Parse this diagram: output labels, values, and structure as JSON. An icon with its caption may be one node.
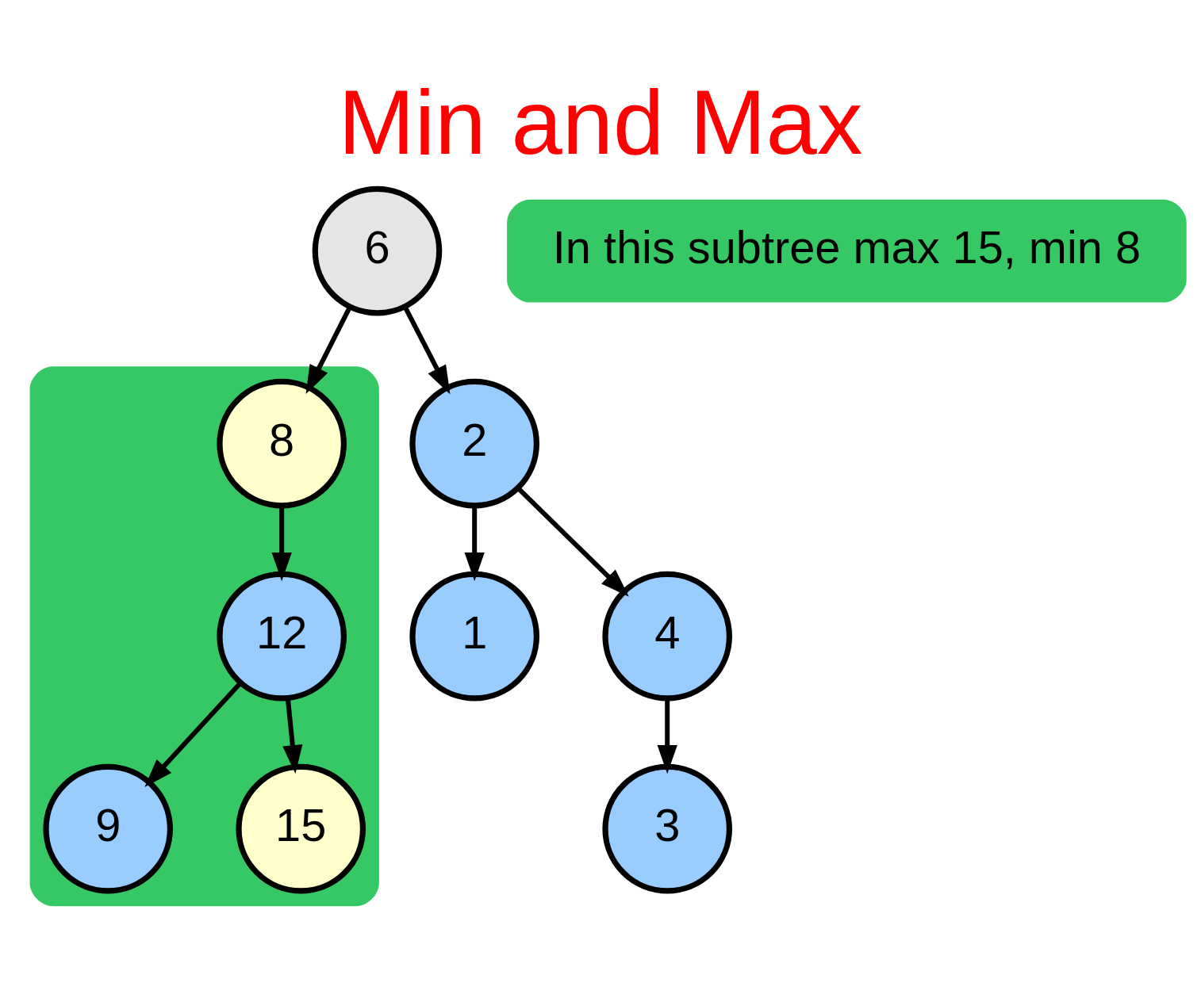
{
  "diagram": {
    "title": "Min and Max",
    "nodes": [
      {
        "text": [
          "In this subtree max 15, min 8"
        ]
      },
      {
        "text": [
          "6"
        ]
      },
      {
        "text": [
          "2"
        ]
      },
      {
        "text": [],
        "shape": "ellipse"
      },
      {
        "text": [
          "8"
        ],
        "in": 3
      },
      {
        "text": [
          "1"
        ]
      },
      {
        "text": [
          "4"
        ]
      },
      {
        "text": [
          "12"
        ],
        "in": 3
      },
      {
        "text": [
          "3"
        ]
      },
      {
        "text": [
          "9"
        ],
        "in": 3
      },
      {
        "text": [
          "15"
        ],
        "in": 3
      }
    ],
    "edges": [
      {
        "from": 1,
        "to": 2,
        "arrow": "to"
      },
      {
        "from": 1,
        "to": 4,
        "arrow": "to"
      },
      {
        "from": 2,
        "to": 5,
        "arrow": "to"
      },
      {
        "from": 2,
        "to": 6,
        "arrow": "to"
      },
      {
        "from": 6,
        "to": 8,
        "arrow": "to"
      },
      {
        "from": 4,
        "to": 7,
        "arrow": "to"
      },
      {
        "from": 7,
        "to": 9,
        "arrow": "to"
      },
      {
        "from": 7,
        "to": 10,
        "arrow": "to"
      }
    ]
  }
}
